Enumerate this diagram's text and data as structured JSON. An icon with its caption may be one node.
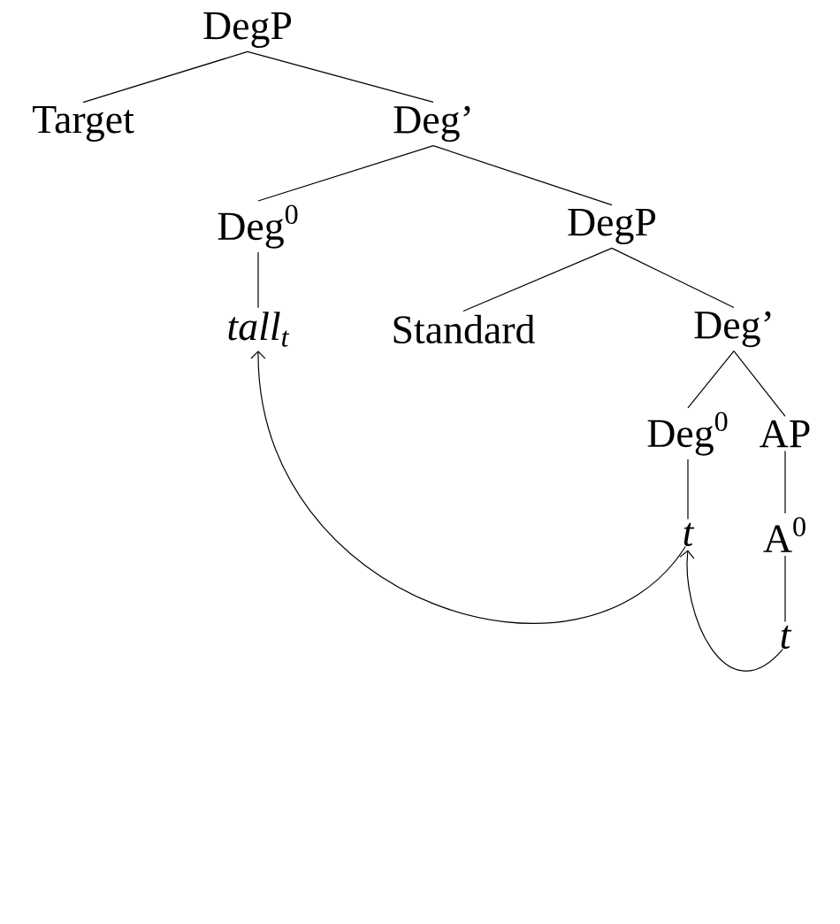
{
  "diagram": {
    "nodes": [
      {
        "text": [
          "DegP"
        ]
      },
      {
        "text": [
          "Target"
        ]
      },
      {
        "text": [
          "Deg’"
        ]
      },
      {
        "text": [
          "Deg$^{0}$"
        ]
      },
      {
        "text": [
          "DegP"
        ]
      },
      {
        "text": [
          "tall$_{t}$"
        ]
      },
      {
        "text": [
          "Standard"
        ]
      },
      {
        "text": [
          "Deg’"
        ]
      },
      {
        "text": [
          "Deg$^{0}$"
        ]
      },
      {
        "text": [
          "AP"
        ]
      },
      {
        "text": [
          "t"
        ]
      },
      {
        "text": [
          "A$^{0}$"
        ]
      },
      {
        "text": [
          "t"
        ]
      }
    ],
    "edges": [
      {
        "from": 0,
        "to": 1,
        "arrow": "none"
      },
      {
        "from": 0,
        "to": 2,
        "arrow": "none"
      },
      {
        "from": 2,
        "to": 3,
        "arrow": "none"
      },
      {
        "from": 2,
        "to": 4,
        "arrow": "none"
      },
      {
        "from": 3,
        "to": 5,
        "arrow": "none"
      },
      {
        "from": 4,
        "to": 6,
        "arrow": "none"
      },
      {
        "from": 4,
        "to": 7,
        "arrow": "none"
      },
      {
        "from": 7,
        "to": 8,
        "arrow": "none"
      },
      {
        "from": 7,
        "to": 9,
        "arrow": "none"
      },
      {
        "from": 8,
        "to": 10,
        "arrow": "none"
      },
      {
        "from": 9,
        "to": 11,
        "arrow": "none"
      },
      {
        "from": 11,
        "to": 12,
        "arrow": "none"
      },
      {
        "from": 10,
        "to": 5,
        "arrow": "to"
      },
      {
        "from": 12,
        "to": 10,
        "arrow": "to"
      }
    ]
  }
}
